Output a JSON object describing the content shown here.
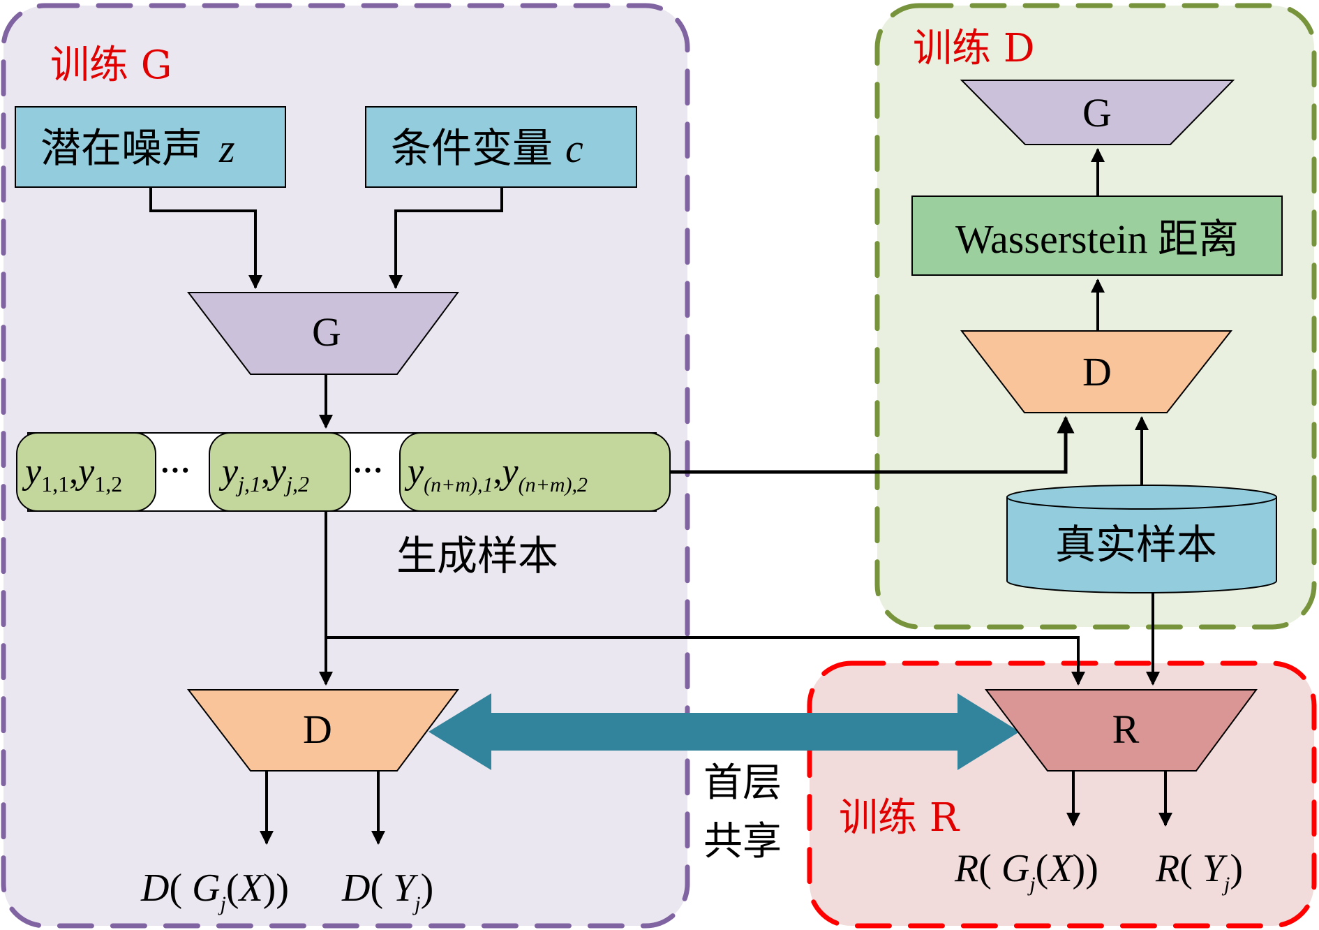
{
  "regions": {
    "train_g": {
      "label": "训练 G",
      "fill": "#ebe7f0",
      "stroke": "#8064a2"
    },
    "train_d": {
      "label": "训练 D",
      "fill": "#e9f0df",
      "stroke": "#77933c"
    },
    "train_r": {
      "label": "训练 R",
      "fill": "#f2dcdb",
      "stroke": "#ff0000"
    }
  },
  "label_color": "#e00000",
  "inputs": {
    "noise": {
      "text": "潜在噪声",
      "var": "z"
    },
    "condition": {
      "text": "条件变量",
      "var": "c"
    },
    "fill": "#93cddd"
  },
  "networks": {
    "g_left": {
      "label": "G",
      "fill": "#ccc1da"
    },
    "d_left": {
      "label": "D",
      "fill": "#f9c49a"
    },
    "g_right": {
      "label": "G",
      "fill": "#ccc1da"
    },
    "d_right": {
      "label": "D",
      "fill": "#f9c49a"
    },
    "r": {
      "label": "R",
      "fill": "#d99694"
    }
  },
  "samples": {
    "items": [
      {
        "a": "y",
        "a_sub": "1,1",
        "b": "y",
        "b_sub": "1,2"
      },
      {
        "a": "y",
        "a_sub": "j,1",
        "b": "y",
        "b_sub": "j,2"
      },
      {
        "a": "y",
        "a_sub": "(n+m),1",
        "b": "y",
        "b_sub": "(n+m),2"
      }
    ],
    "ellipsis": "···",
    "caption": "生成样本",
    "fill": "#c3d69b"
  },
  "wasserstein": {
    "label": "Wasserstein 距离",
    "fill": "#9bd09e"
  },
  "real_samples": {
    "label": "真实样本",
    "fill": "#93cddd"
  },
  "shared": {
    "line1": "首层",
    "line2": "共享",
    "arrow_color": "#31849b"
  },
  "outputs": {
    "d_fake": {
      "f": "D",
      "g": "G",
      "sub": "j",
      "x": "X"
    },
    "d_real": {
      "f": "D",
      "y": "Y",
      "sub": "j"
    },
    "r_fake": {
      "f": "R",
      "g": "G",
      "sub": "j",
      "x": "X"
    },
    "r_real": {
      "f": "R",
      "y": "Y",
      "sub": "j"
    }
  }
}
